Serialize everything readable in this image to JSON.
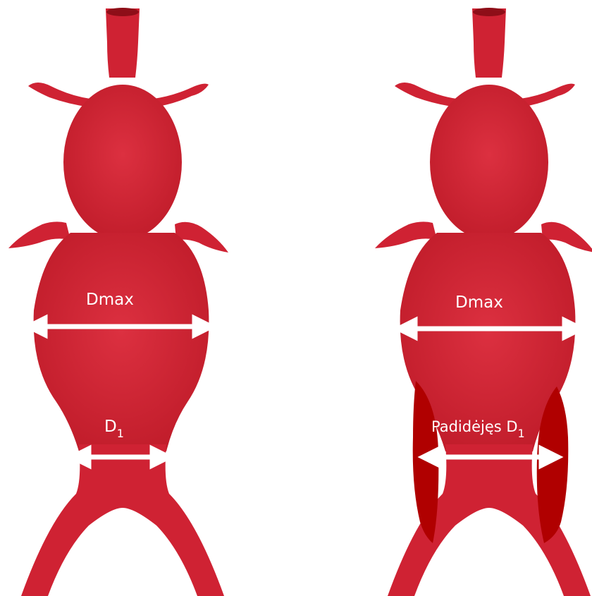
{
  "colors": {
    "aorta": "#cf2233",
    "aorta_dark": "#b0141f",
    "wall_thickening": "#b00000",
    "arrow": "#ffffff",
    "background": "#ffffff"
  },
  "left_diagram": {
    "dmax_label": "Dmax",
    "d1_label_main": "D",
    "d1_label_sub": "1"
  },
  "right_diagram": {
    "dmax_label": "Dmax",
    "d1_label_main": "Padidėjęs D",
    "d1_label_sub": "1"
  }
}
